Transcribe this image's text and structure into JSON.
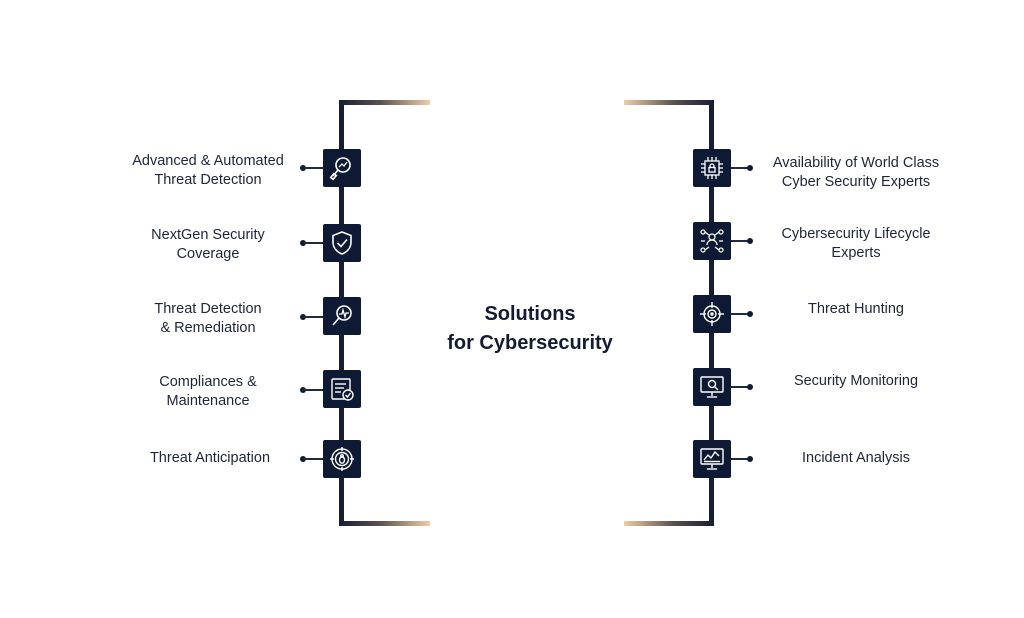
{
  "title": {
    "line1": "Solutions",
    "line2": "for Cybersecurity"
  },
  "left_items": [
    {
      "line1": "Advanced & Automated",
      "line2": "Threat Detection",
      "icon": "magnifier-chart-icon"
    },
    {
      "line1": "NextGen Security",
      "line2": "Coverage",
      "icon": "shield-check-icon"
    },
    {
      "line1": "Threat Detection",
      "line2": "& Remediation",
      "icon": "search-pulse-icon"
    },
    {
      "line1": "Compliances &",
      "line2": "Maintenance",
      "icon": "checklist-icon"
    },
    {
      "line1": "Threat Anticipation",
      "line2": "",
      "icon": "bug-target-icon"
    }
  ],
  "right_items": [
    {
      "line1": "Availability of World Class",
      "line2": "Cyber Security Experts",
      "icon": "chip-lock-icon"
    },
    {
      "line1": "Cybersecurity Lifecycle",
      "line2": "Experts",
      "icon": "network-user-icon"
    },
    {
      "line1": "Threat Hunting",
      "line2": "",
      "icon": "crosshair-icon"
    },
    {
      "line1": "Security Monitoring",
      "line2": "",
      "icon": "monitor-search-icon"
    },
    {
      "line1": "Incident Analysis",
      "line2": "",
      "icon": "monitor-chart-icon"
    }
  ],
  "colors": {
    "navy": "#0e1a33",
    "accent_gold": "#e8c39a"
  }
}
